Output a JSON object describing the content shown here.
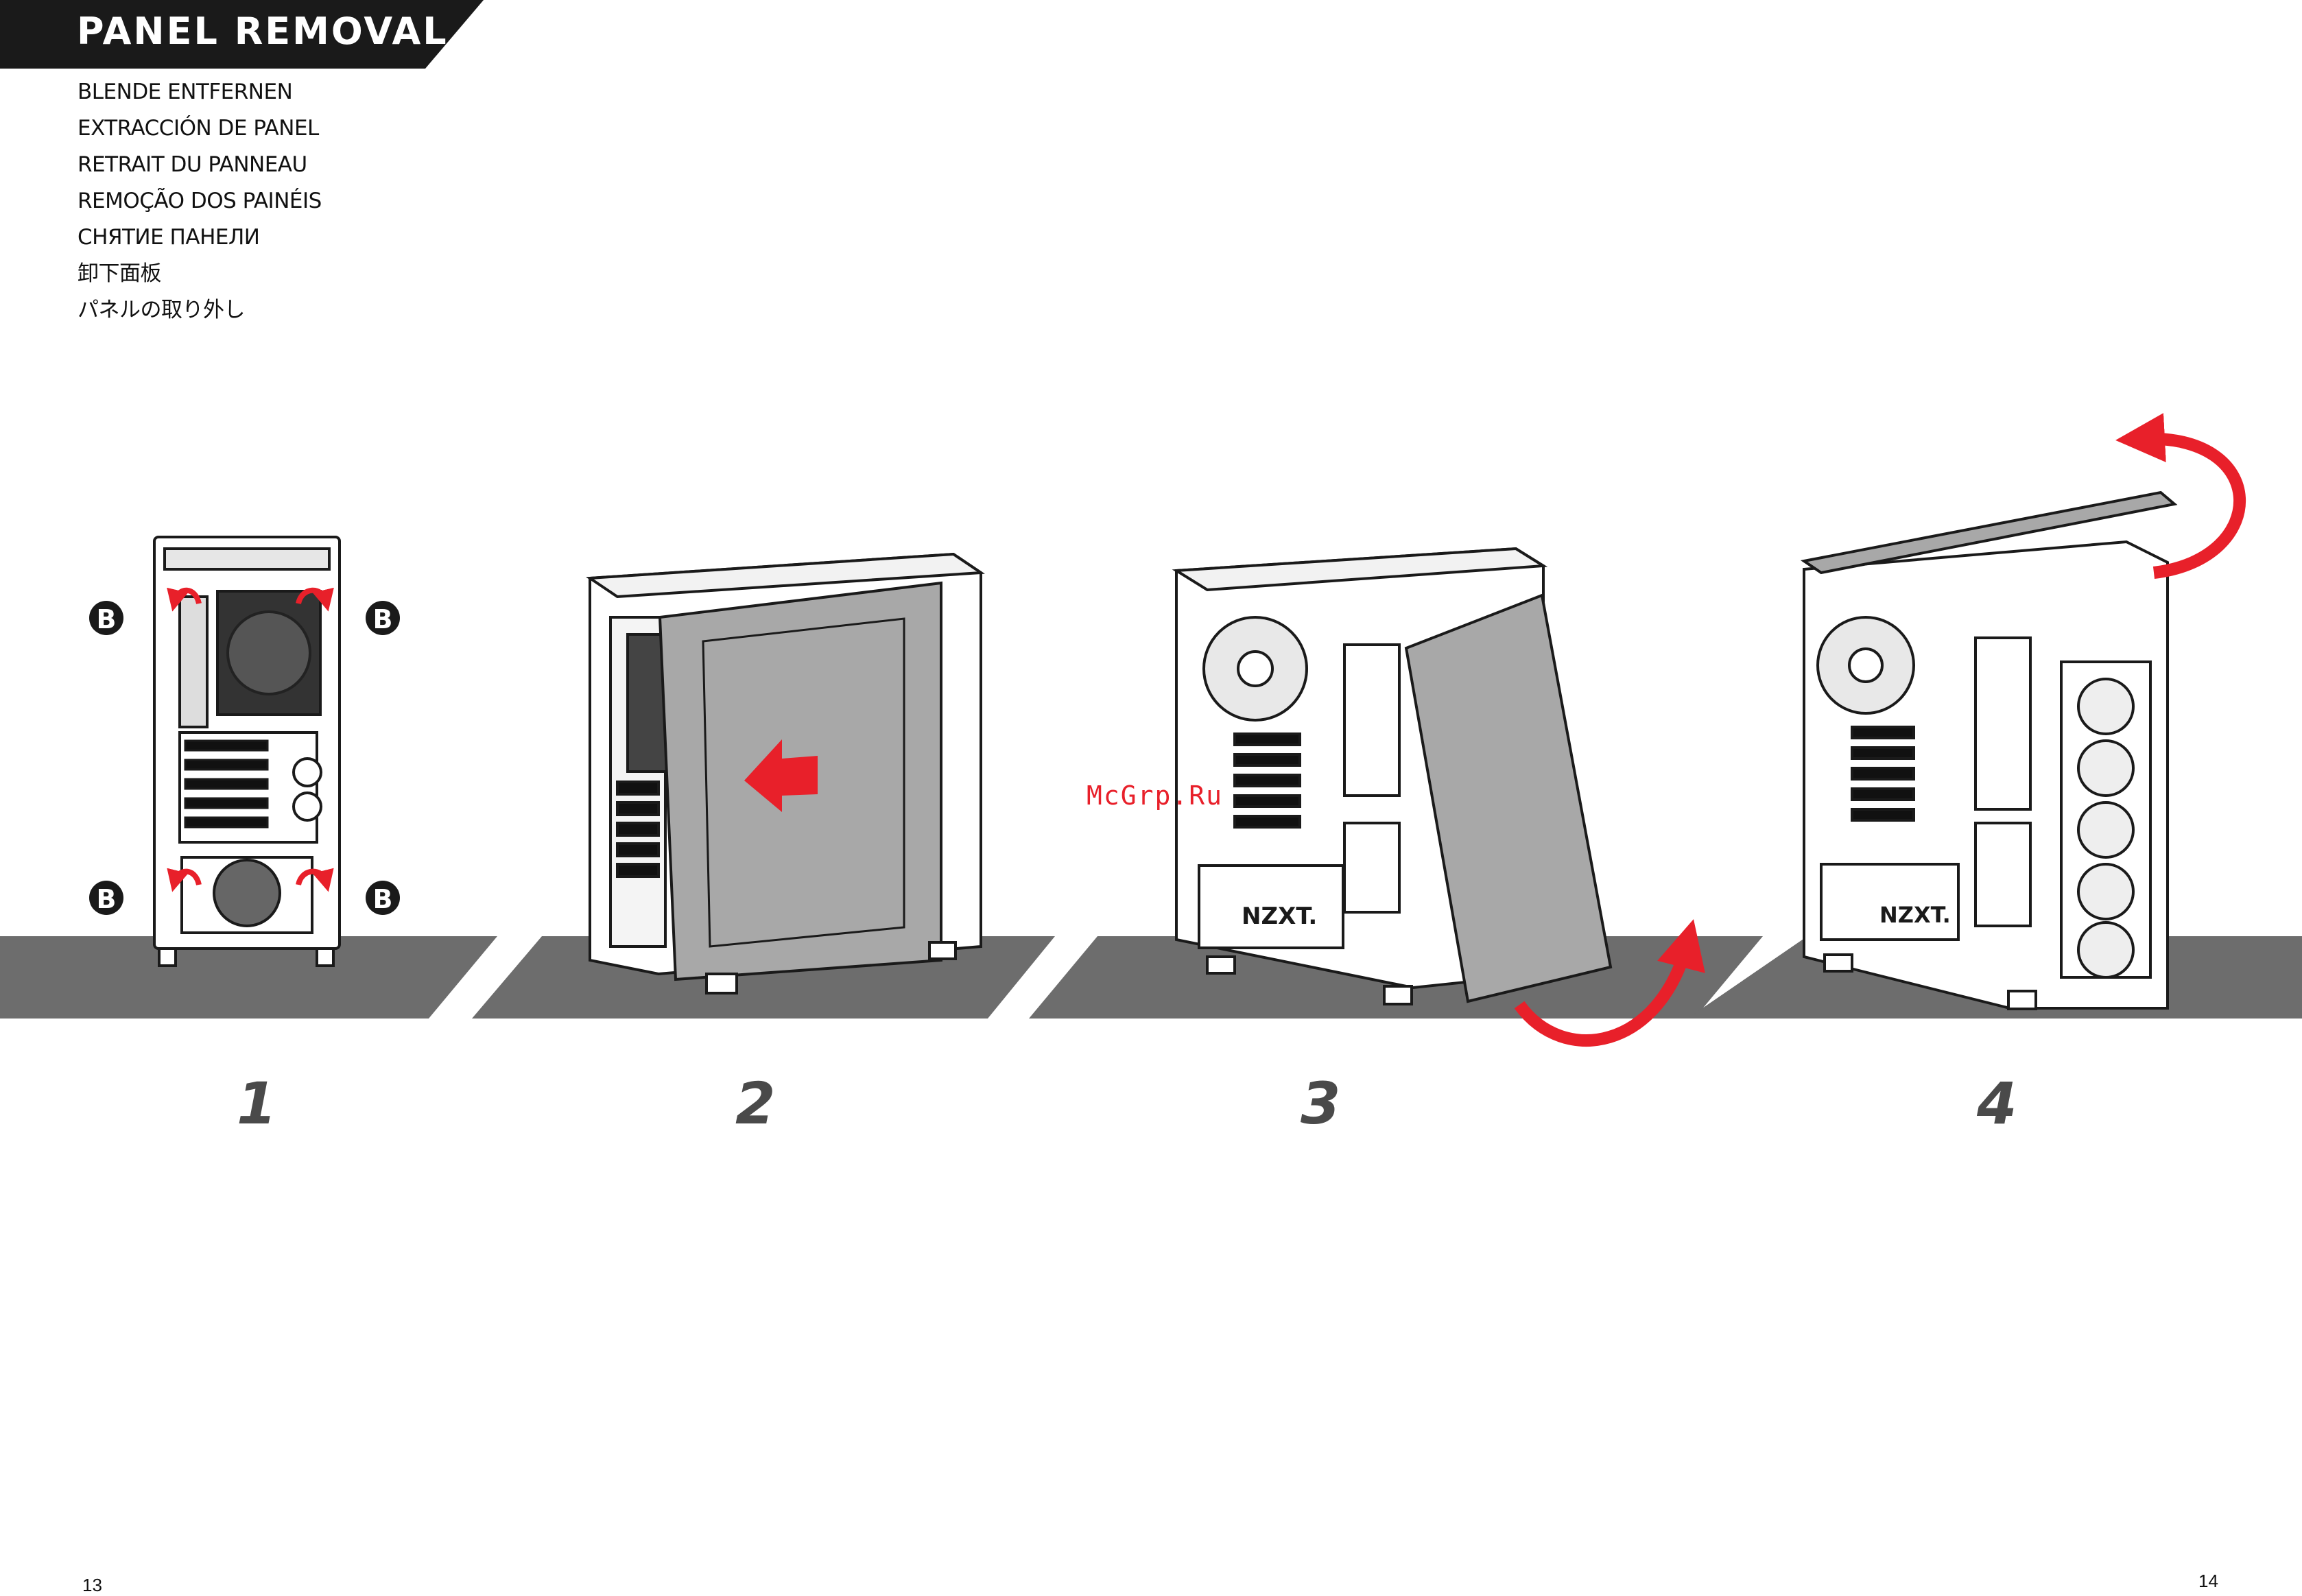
{
  "header": {
    "title": "PANEL REMOVAL",
    "translations": [
      "BLENDE ENTFERNEN",
      "EXTRACCIÓN DE PANEL",
      "RETRAIT DU PANNEAU",
      "REMOÇÃO DOS PAINÉIS",
      "СНЯТИЕ ПАНЕЛИ",
      "卸下面板",
      "パネルの取り外し"
    ]
  },
  "steps": [
    {
      "number": "1",
      "callout_label": "B"
    },
    {
      "number": "2"
    },
    {
      "number": "3"
    },
    {
      "number": "4"
    }
  ],
  "brand_text": "NZXT.",
  "watermark": "McGrp.Ru",
  "pages": {
    "left": "13",
    "right": "14"
  },
  "colors": {
    "accent_red": "#e8202a",
    "header_black": "#1a1a1a",
    "floor_gray": "#6d6d6d",
    "panel_gray": "#a8a8a8"
  },
  "icons": [
    "rotate-arrow-icon",
    "slide-arrow-icon",
    "swing-arrow-icon",
    "flip-arrow-icon"
  ]
}
